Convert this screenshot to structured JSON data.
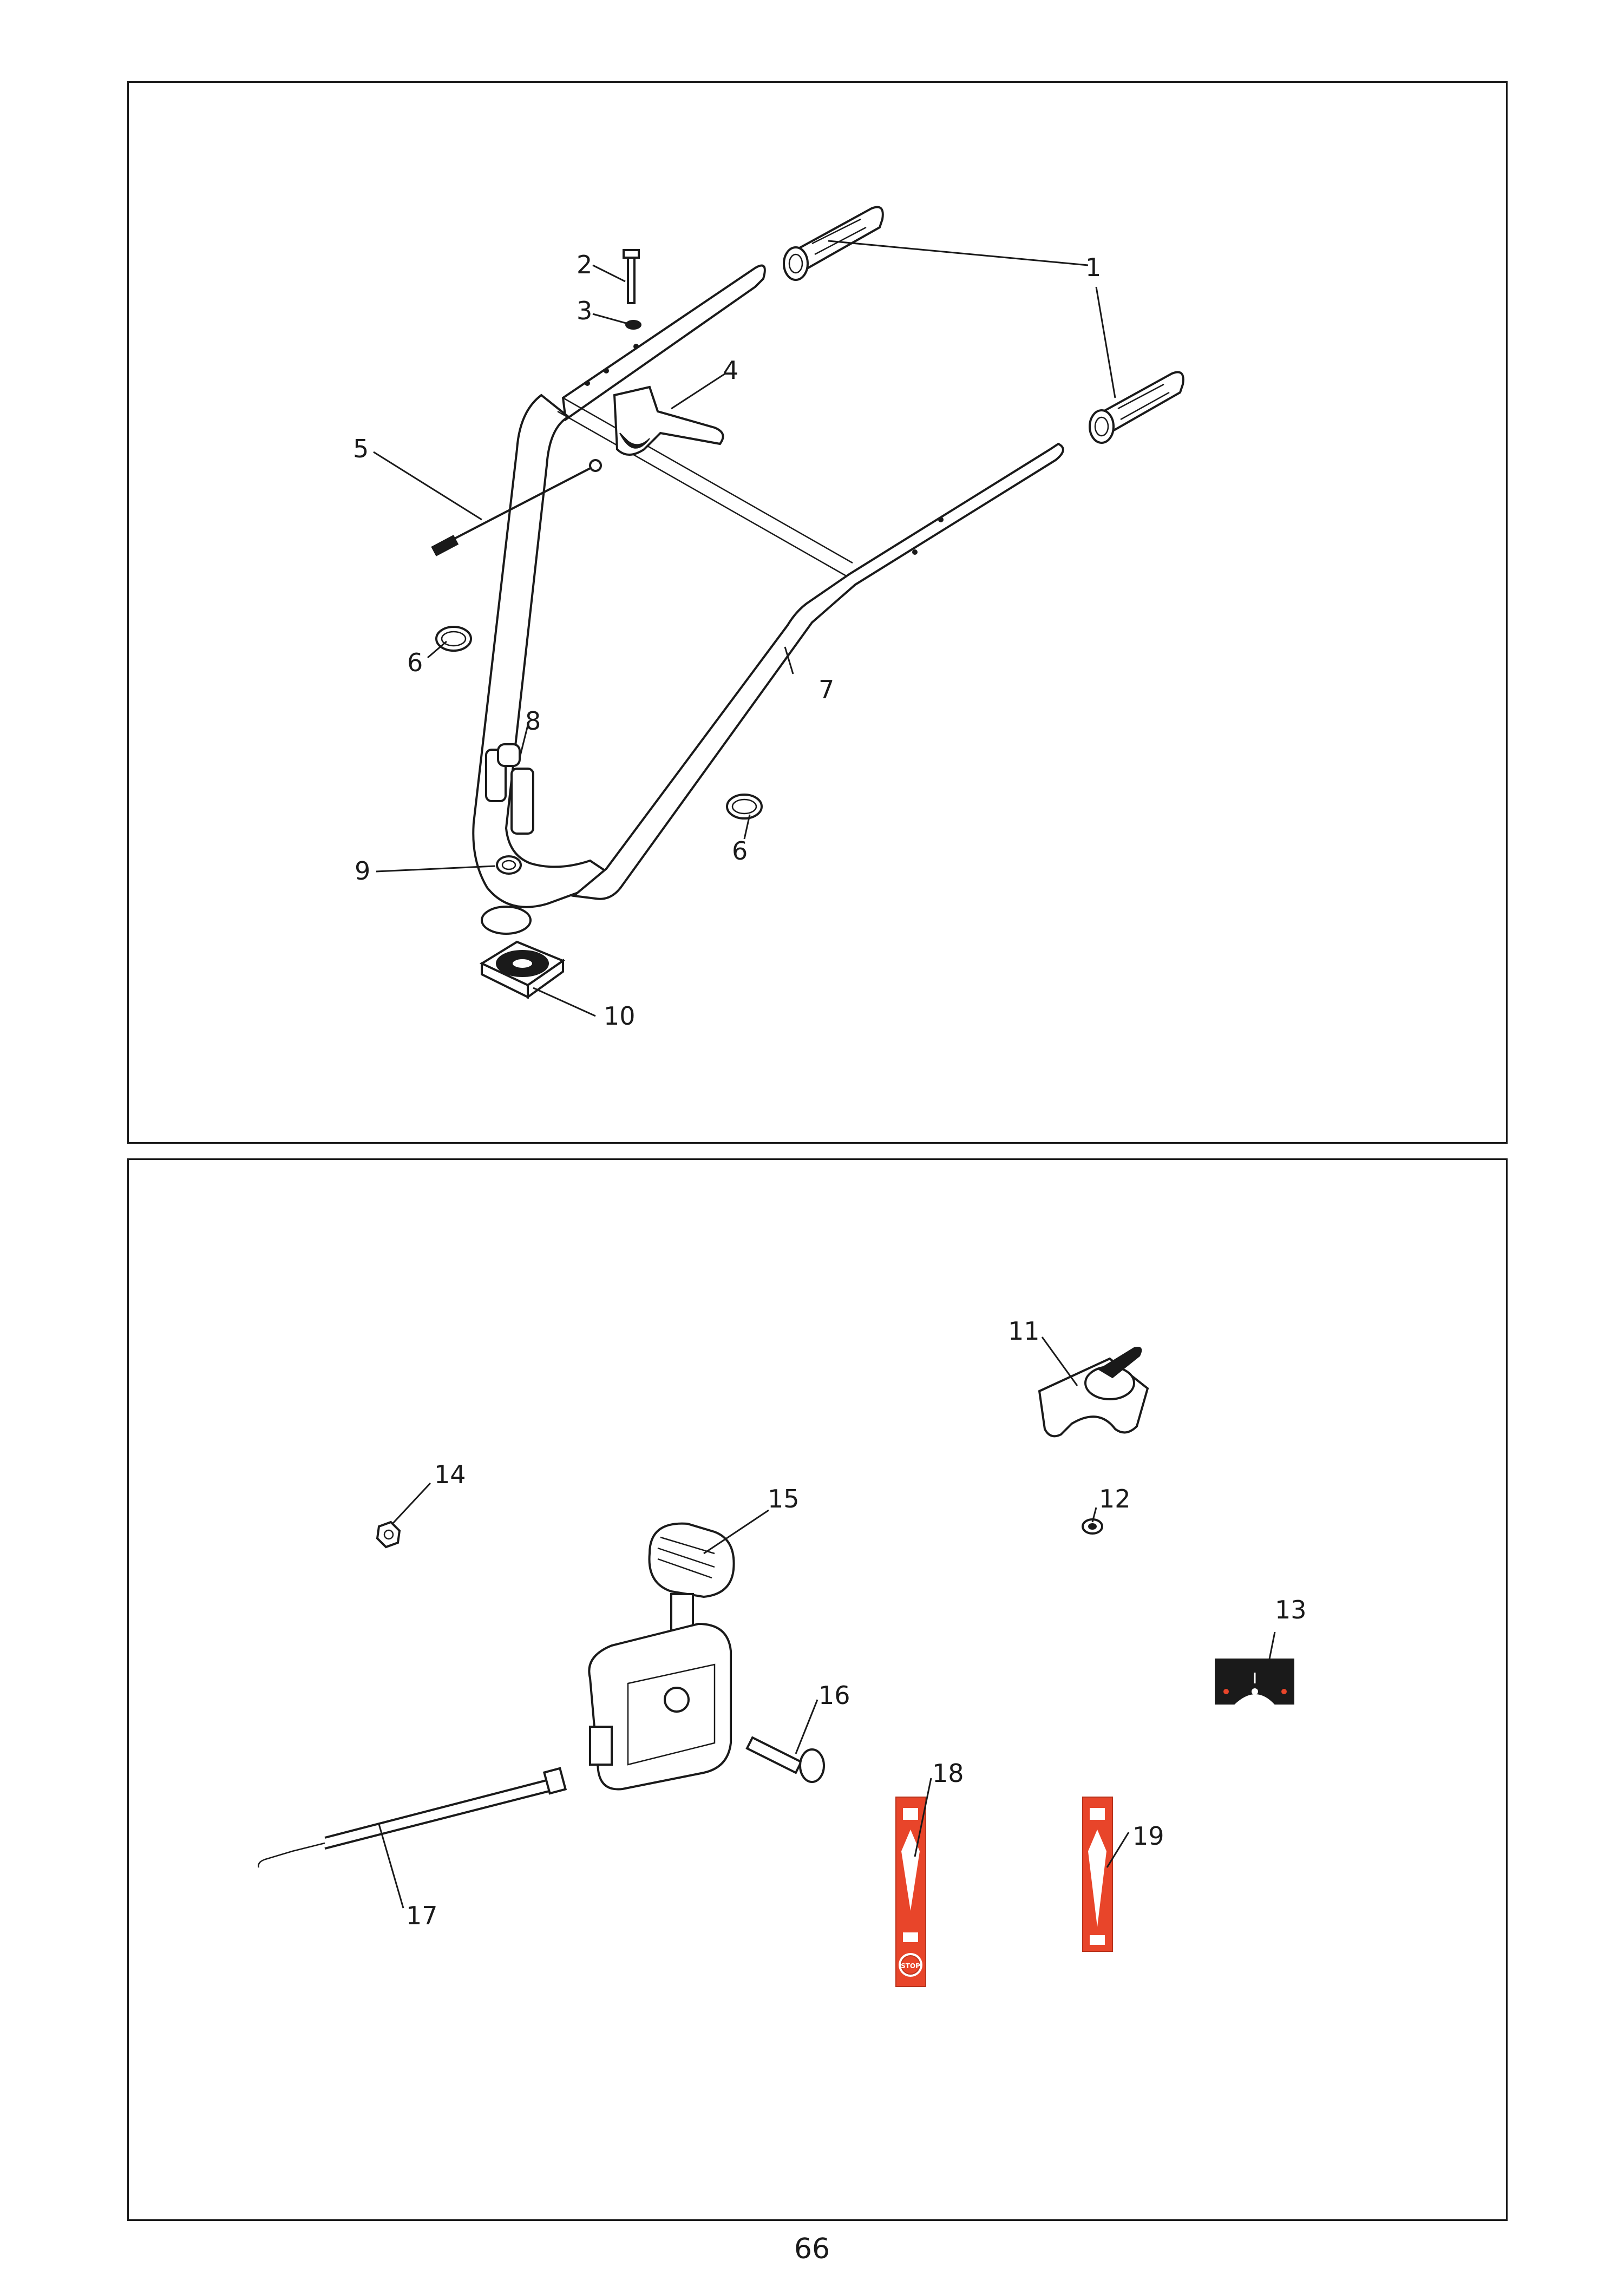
{
  "page": {
    "number": "66"
  },
  "callouts": {
    "c1": "1",
    "c2": "2",
    "c3": "3",
    "c4": "4",
    "c5": "5",
    "c6a": "6",
    "c6b": "6",
    "c7": "7",
    "c8": "8",
    "c9": "9",
    "c10": "10",
    "c11": "11",
    "c12": "12",
    "c13": "13",
    "c14": "14",
    "c15": "15",
    "c16": "16",
    "c17": "17",
    "c18": "18",
    "c19": "19"
  },
  "decals": {
    "stop_label": "STOP"
  },
  "colors": {
    "decal": "#e8452a",
    "line": "#1a1a1a"
  }
}
